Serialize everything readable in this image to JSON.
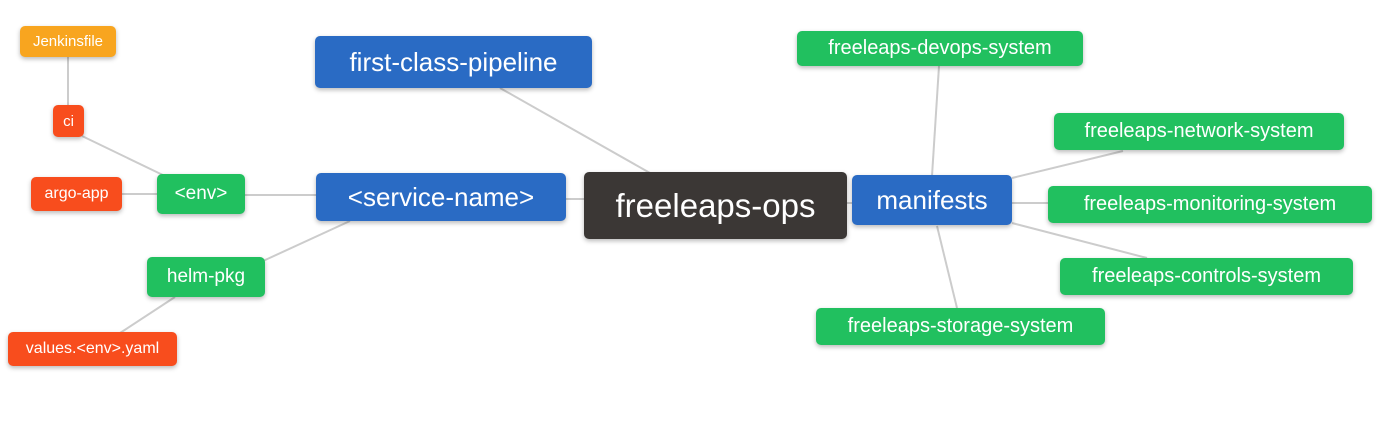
{
  "diagram": {
    "type": "mindmap",
    "background_color": "#ffffff",
    "edge_color": "#cccccc",
    "colors": {
      "primary_blue": "#2a6bc4",
      "secondary_green": "#21c05f",
      "leaf_orange": "#f8a51f",
      "leaf_red": "#f84d1d",
      "root_dark": "#3b3735"
    },
    "nodes": [
      {
        "id": "jenkinsfile",
        "label": "Jenkinsfile",
        "color": "orange"
      },
      {
        "id": "ci",
        "label": "ci",
        "color": "red"
      },
      {
        "id": "argo-app",
        "label": "argo-app",
        "color": "red"
      },
      {
        "id": "env",
        "label": "<env>",
        "color": "green"
      },
      {
        "id": "helm-pkg",
        "label": "helm-pkg",
        "color": "green"
      },
      {
        "id": "values-env-yaml",
        "label": "values.<env>.yaml",
        "color": "red"
      },
      {
        "id": "first-class-pipeline",
        "label": "first-class-pipeline",
        "color": "blue"
      },
      {
        "id": "service-name",
        "label": "<service-name>",
        "color": "blue"
      },
      {
        "id": "freeleaps-ops",
        "label": "freeleaps-ops",
        "color": "dark"
      },
      {
        "id": "manifests",
        "label": "manifests",
        "color": "blue"
      },
      {
        "id": "devops-system",
        "label": "freeleaps-devops-system",
        "color": "green"
      },
      {
        "id": "network-system",
        "label": "freeleaps-network-system",
        "color": "green"
      },
      {
        "id": "monitoring-system",
        "label": "freeleaps-monitoring-system",
        "color": "green"
      },
      {
        "id": "controls-system",
        "label": "freeleaps-controls-system",
        "color": "green"
      },
      {
        "id": "storage-system",
        "label": "freeleaps-storage-system",
        "color": "green"
      }
    ],
    "edges": [
      {
        "from": "jenkinsfile",
        "to": "ci"
      },
      {
        "from": "ci",
        "to": "env"
      },
      {
        "from": "argo-app",
        "to": "env"
      },
      {
        "from": "env",
        "to": "service-name"
      },
      {
        "from": "helm-pkg",
        "to": "service-name"
      },
      {
        "from": "values-env-yaml",
        "to": "helm-pkg"
      },
      {
        "from": "first-class-pipeline",
        "to": "freeleaps-ops"
      },
      {
        "from": "service-name",
        "to": "freeleaps-ops"
      },
      {
        "from": "freeleaps-ops",
        "to": "manifests"
      },
      {
        "from": "manifests",
        "to": "devops-system"
      },
      {
        "from": "manifests",
        "to": "network-system"
      },
      {
        "from": "manifests",
        "to": "monitoring-system"
      },
      {
        "from": "manifests",
        "to": "controls-system"
      },
      {
        "from": "manifests",
        "to": "storage-system"
      }
    ]
  }
}
